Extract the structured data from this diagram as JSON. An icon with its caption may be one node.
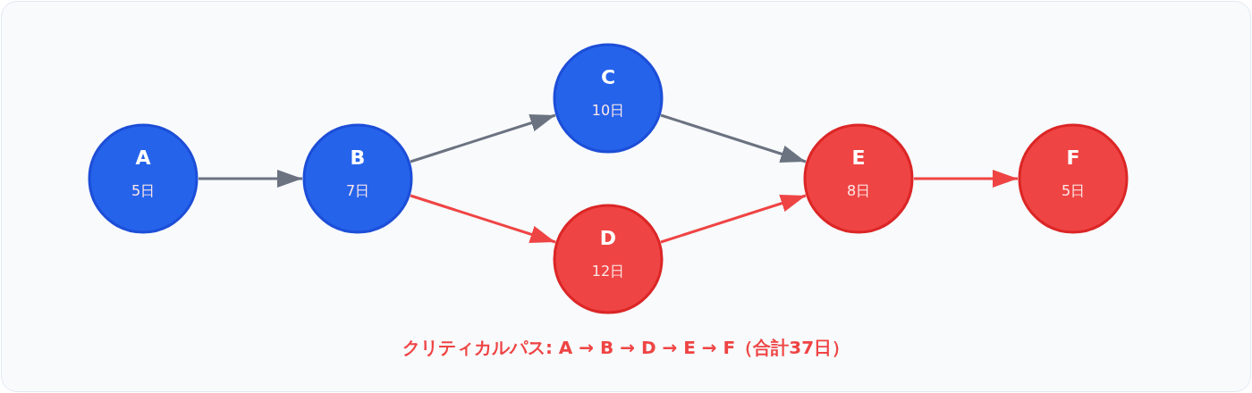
{
  "diagram": {
    "nodes": [
      {
        "text": [
          "A",
          "5日"
        ]
      },
      {
        "text": [
          "B",
          "7日"
        ]
      },
      {
        "text": [
          "C",
          "10日"
        ]
      },
      {
        "text": [
          "D",
          "12日"
        ]
      },
      {
        "text": [
          "E",
          "8日"
        ]
      },
      {
        "text": [
          "F",
          "5日"
        ]
      }
    ],
    "edges": [
      {
        "from": 0,
        "to": 1,
        "arrow": "to"
      },
      {
        "from": 1,
        "to": 2,
        "arrow": "to"
      },
      {
        "from": 2,
        "to": 4,
        "arrow": "to"
      },
      {
        "from": 1,
        "to": 3,
        "arrow": "to",
        "color": "#ef4444"
      },
      {
        "from": 3,
        "to": 4,
        "arrow": "to",
        "color": "#ef4444"
      },
      {
        "from": 4,
        "to": 5,
        "arrow": "to",
        "color": "#ef4444"
      }
    ],
    "labels": [
      "クリティカルパス: A → B → D → E → F（合計37日）"
    ]
  }
}
